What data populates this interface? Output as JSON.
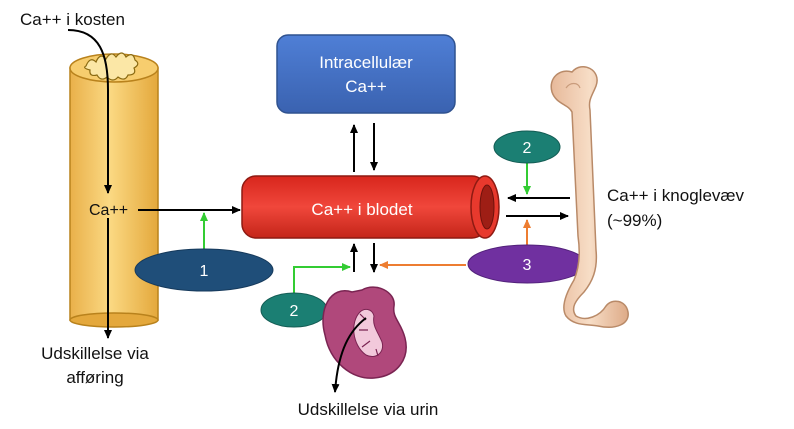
{
  "labels": {
    "dietary_calcium": "Ca++ i kosten",
    "intestine_calcium": "Ca++",
    "fecal_excretion_line1": "Udskillelse via",
    "fecal_excretion_line2": "afføring",
    "intracellular_line1": "Intracellulær",
    "intracellular_line2": "Ca++",
    "blood_calcium": "Ca++ i blodet",
    "bone_calcium_line1": "Ca++ i knoglevæv",
    "bone_calcium_line2": "(~99%)",
    "urine_excretion": "Udskillelse via urin"
  },
  "nodes": {
    "hormone_1": "1",
    "hormone_2_kidney": "2",
    "hormone_2_bone": "2",
    "hormone_3": "3"
  },
  "colors": {
    "intestine": "#F7CD6E",
    "intestine_stroke": "#C98F1E",
    "intracellular_box": "#4472C4",
    "blood_vessel": "#E8392D",
    "blood_vessel_dark": "#B3201A",
    "node_1": "#1F4E79",
    "node_2": "#1B7F73",
    "node_3": "#7030A0",
    "arrow_black": "#000000",
    "arrow_green": "#33CC33",
    "arrow_orange": "#ED7D31",
    "bone": "#F2D1B3",
    "kidney": "#B0487B"
  }
}
